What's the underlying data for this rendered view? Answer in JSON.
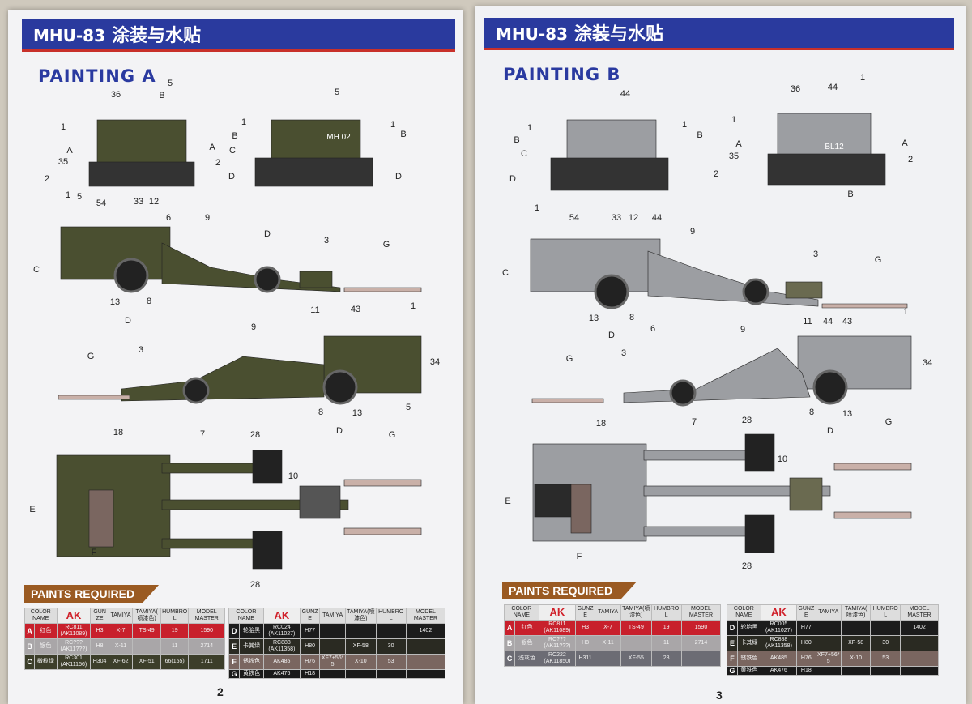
{
  "pages": [
    {
      "banner_model": "MHU-83",
      "banner_text": "涂装与水贴",
      "title": "PAINTING A",
      "page_number": "2",
      "vehicle_color": "#4a4f30",
      "callouts": {
        "rear": [
          "36",
          "5",
          "B",
          "1",
          "A",
          "35",
          "2",
          "A",
          "2"
        ],
        "front": [
          "5",
          "B",
          "1",
          "1",
          "B",
          "C",
          "D",
          "D"
        ],
        "front_plate": "MH 02",
        "side_left": [
          "1",
          "5",
          "54",
          "33",
          "12",
          "6",
          "9",
          "D",
          "3",
          "G",
          "C",
          "13",
          "8",
          "D"
        ],
        "side_right": [
          "11",
          "43",
          "1",
          "9",
          "34",
          "G",
          "3",
          "8",
          "13",
          "5",
          "D"
        ],
        "top": [
          "18",
          "7",
          "28",
          "10",
          "G",
          "E",
          "F",
          "28"
        ]
      },
      "paints_label": "PAINTS REQUIRED",
      "headers": [
        "COLOR NAME",
        "AK",
        "GUNZE",
        "TAMIYA",
        "TAMIYA(喷漆色)",
        "HUMBROL",
        "MODEL MASTER"
      ],
      "paints_left": [
        {
          "code": "A",
          "name": "红色",
          "ak": "RC811 (AK11089)",
          "gunze": "H3",
          "tamiya": "X-7",
          "tamiya_spray": "TS-49",
          "humbrol": "19",
          "mm": "1590",
          "color": "#c8202c"
        },
        {
          "code": "B",
          "name": "银色",
          "ak": "RC??? (AK11???)",
          "gunze": "H8",
          "tamiya": "X-11",
          "tamiya_spray": "",
          "humbrol": "11",
          "mm": "2714",
          "color": "#a9a6a8"
        },
        {
          "code": "C",
          "name": "橄榄绿",
          "ak": "RC301 (AK11156)",
          "gunze": "H304",
          "tamiya": "XF-62",
          "tamiya_spray": "XF-51",
          "humbrol": "66(155)",
          "mm": "1711",
          "color": "#3c3e2a"
        }
      ],
      "paints_right": [
        {
          "code": "D",
          "name": "轮胎黑",
          "ak": "RC024 (AK11027)",
          "gunze": "H77",
          "tamiya": "",
          "tamiya_spray": "",
          "humbrol": "",
          "mm": "1402",
          "color": "#1c1c1c"
        },
        {
          "code": "E",
          "name": "卡其绿",
          "ak": "RC888 (AK11358)",
          "gunze": "H80",
          "tamiya": "",
          "tamiya_spray": "XF-58",
          "humbrol": "30",
          "mm": "",
          "color": "#2a2a22"
        },
        {
          "code": "F",
          "name": "锈铁色",
          "ak": "AK485",
          "gunze": "H76",
          "tamiya": "XF7+56*5",
          "tamiya_spray": "X-10",
          "humbrol": "53",
          "mm": "",
          "color": "#7a6660"
        },
        {
          "code": "G",
          "name": "黄铁色",
          "ak": "AK476",
          "gunze": "H18",
          "tamiya": "",
          "tamiya_spray": "",
          "humbrol": "",
          "mm": "",
          "color": "#1a1a1a"
        }
      ]
    },
    {
      "banner_model": "MHU-83",
      "banner_text": "涂装与水贴",
      "title": "PAINTING B",
      "page_number": "3",
      "vehicle_color": "#9c9ea2",
      "callouts": {
        "front": [
          "44",
          "1",
          "1",
          "B",
          "B",
          "C",
          "D"
        ],
        "rear": [
          "36",
          "44",
          "1",
          "1",
          "A",
          "35",
          "2",
          "A",
          "2",
          "B"
        ],
        "front_plate": "BL12",
        "side_left": [
          "1",
          "54",
          "33",
          "12",
          "44",
          "9",
          "3",
          "G",
          "C",
          "13",
          "D",
          "8",
          "6"
        ],
        "side_right": [
          "11",
          "44",
          "43",
          "1",
          "9",
          "34",
          "G",
          "3",
          "8",
          "13",
          "D"
        ],
        "top": [
          "18",
          "7",
          "28",
          "10",
          "G",
          "E",
          "F",
          "28"
        ]
      },
      "paints_label": "PAINTS REQUIRED",
      "headers": [
        "COLOR NAME",
        "AK",
        "GUNZE",
        "TAMIYA",
        "TAMIYA(喷漆色)",
        "HUMBROL",
        "MODEL MASTER"
      ],
      "paints_left": [
        {
          "code": "A",
          "name": "红色",
          "ak": "RC811 (AK11089)",
          "gunze": "H3",
          "tamiya": "X-7",
          "tamiya_spray": "TS-49",
          "humbrol": "19",
          "mm": "1590",
          "color": "#c8202c"
        },
        {
          "code": "B",
          "name": "银色",
          "ak": "RC??? (AK11???)",
          "gunze": "H8",
          "tamiya": "X-11",
          "tamiya_spray": "",
          "humbrol": "11",
          "mm": "2714",
          "color": "#a9a6a8"
        },
        {
          "code": "C",
          "name": "浅灰色",
          "ak": "RC222 (AK11850)",
          "gunze": "H311",
          "tamiya": "",
          "tamiya_spray": "XF-55",
          "humbrol": "28",
          "mm": "",
          "color": "#6c6c74"
        }
      ],
      "paints_right": [
        {
          "code": "D",
          "name": "轮胎黑",
          "ak": "RC005 (AK11027)",
          "gunze": "H77",
          "tamiya": "",
          "tamiya_spray": "",
          "humbrol": "",
          "mm": "1402",
          "color": "#1c1c1c"
        },
        {
          "code": "E",
          "name": "卡其绿",
          "ak": "RC888 (AK11358)",
          "gunze": "H80",
          "tamiya": "",
          "tamiya_spray": "XF-58",
          "humbrol": "30",
          "mm": "",
          "color": "#2a2a22"
        },
        {
          "code": "F",
          "name": "锈铁色",
          "ak": "AK485",
          "gunze": "H76",
          "tamiya": "XF7+56*5",
          "tamiya_spray": "X-10",
          "humbrol": "53",
          "mm": "",
          "color": "#7a6660"
        },
        {
          "code": "G",
          "name": "黄铁色",
          "ak": "AK476",
          "gunze": "H18",
          "tamiya": "",
          "tamiya_spray": "",
          "humbrol": "",
          "mm": "",
          "color": "#1a1a1a"
        }
      ]
    }
  ]
}
